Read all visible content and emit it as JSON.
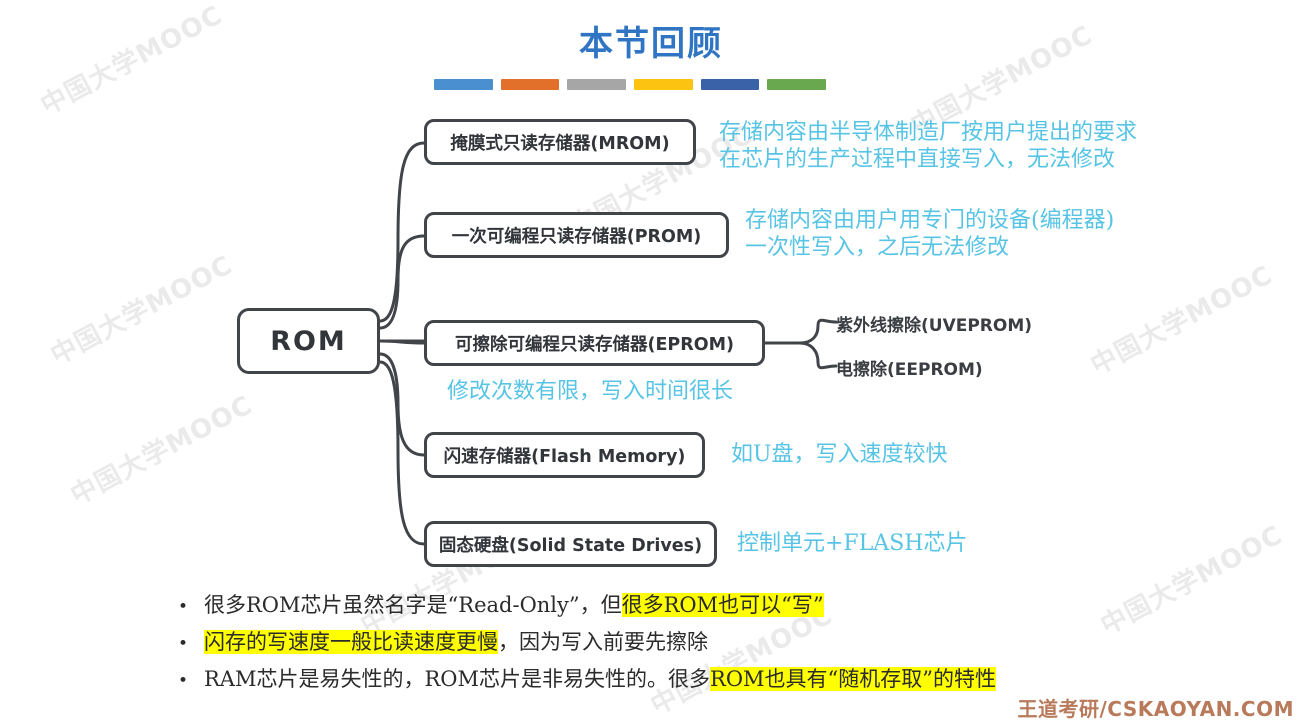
{
  "slide": {
    "title": "本节回顾",
    "title_color": "#2f75c3",
    "accent_bars": [
      "#4a8fd0",
      "#e2702a",
      "#a6a6a6",
      "#fcc310",
      "#3a62a8",
      "#6aa84f"
    ],
    "footer": "王道考研/CSKAOYAN.COM",
    "watermark": "中国大学MOOC"
  },
  "diagram": {
    "root": {
      "label": "ROM"
    },
    "nodes": [
      {
        "label": "掩膜式只读存储器(MROM)"
      },
      {
        "label": "一次可编程只读存储器(PROM)"
      },
      {
        "label": "可擦除可编程只读存储器(EPROM)"
      },
      {
        "label": "闪速存储器(Flash Memory)"
      },
      {
        "label": "固态硬盘(Solid State Drives)"
      }
    ],
    "sub_branches": [
      {
        "label": "紫外线擦除(UVEPROM)"
      },
      {
        "label": "电擦除(EEPROM)"
      }
    ],
    "annotations": [
      {
        "text": "存储内容由半导体制造厂按用户提出的要求\n在芯片的生产过程中直接写入，无法修改",
        "color": "#57c4e5"
      },
      {
        "text": "存储内容由用户用专门的设备(编程器)\n一次性写入，之后无法修改",
        "color": "#57c4e5"
      },
      {
        "text": "修改次数有限，写入时间很长",
        "color": "#57c4e5"
      },
      {
        "text": "如U盘，写入速度较快",
        "color": "#57c4e5"
      },
      {
        "text": "控制单元+FLASH芯片",
        "color": "#57c4e5"
      }
    ]
  },
  "bullets": [
    {
      "marker": "•",
      "segments": [
        {
          "text": "很多ROM芯片虽然名字是“Read-Only”，但",
          "highlight": false
        },
        {
          "text": "很多ROM也可以“写”",
          "highlight": true
        }
      ]
    },
    {
      "marker": "•",
      "segments": [
        {
          "text": "闪存的写速度一般比读速度更慢",
          "highlight": true
        },
        {
          "text": "，因为写入前要先擦除",
          "highlight": false
        }
      ]
    },
    {
      "marker": "•",
      "segments": [
        {
          "text": "RAM芯片是易失性的，ROM芯片是非易失性的。很多",
          "highlight": false
        },
        {
          "text": "ROM也具有“随机存取”的特性",
          "highlight": true
        }
      ]
    }
  ],
  "highlight_color": "#ffff00"
}
